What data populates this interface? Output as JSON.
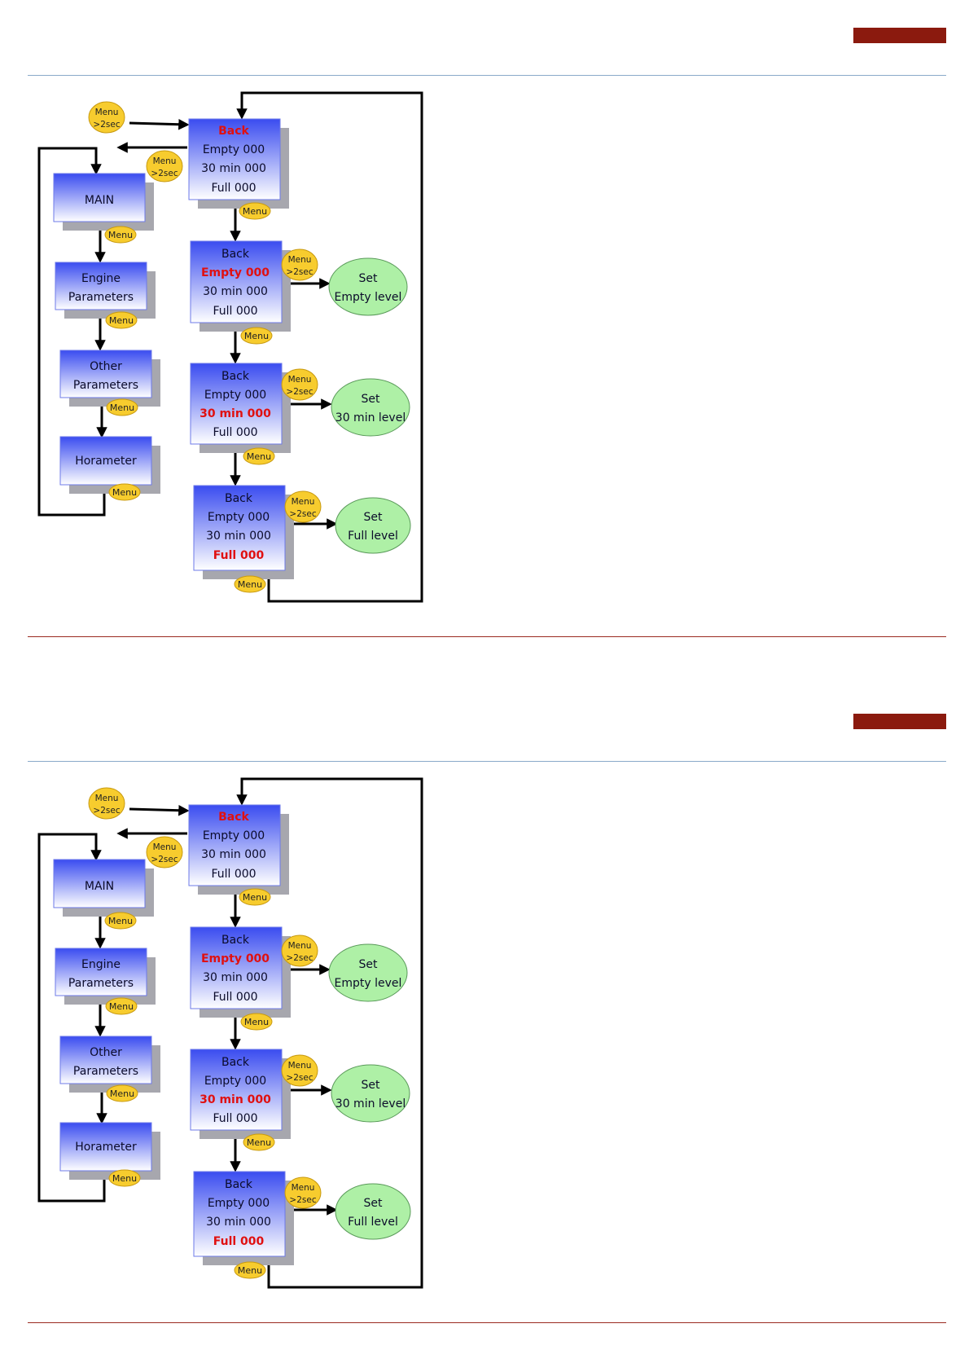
{
  "pages": [
    {
      "left_column": {
        "entry_badge": [
          "Menu",
          ">2sec"
        ],
        "exit_badge": [
          "Menu",
          ">2sec"
        ],
        "boxes": [
          {
            "lines": [
              "MAIN"
            ],
            "menu": "Menu"
          },
          {
            "lines": [
              "Engine",
              "Parameters"
            ],
            "menu": "Menu"
          },
          {
            "lines": [
              "Other",
              "Parameters"
            ],
            "menu": "Menu"
          },
          {
            "lines": [
              "Horameter"
            ],
            "menu": "Menu"
          }
        ]
      },
      "screens": [
        {
          "lines": [
            "Back",
            "Empty 000",
            "30 min 000",
            "Full 000"
          ],
          "highlight": 0,
          "menu": "Menu"
        },
        {
          "lines": [
            "Back",
            "Empty 000",
            "30 min 000",
            "Full 000"
          ],
          "highlight": 1,
          "menu": "Menu",
          "badge": [
            "Menu",
            ">2sec"
          ],
          "action": [
            "Set",
            "Empty level"
          ]
        },
        {
          "lines": [
            "Back",
            "Empty 000",
            "30 min 000",
            "Full 000"
          ],
          "highlight": 2,
          "menu": "Menu",
          "badge": [
            "Menu",
            ">2sec"
          ],
          "action": [
            "Set",
            "30 min level"
          ]
        },
        {
          "lines": [
            "Back",
            "Empty 000",
            "30 min 000",
            "Full 000"
          ],
          "highlight": 3,
          "menu": "Menu",
          "badge": [
            "Menu",
            ">2sec"
          ],
          "action": [
            "Set",
            "Full level"
          ]
        }
      ]
    },
    {
      "left_column": {
        "entry_badge": [
          "Menu",
          ">2sec"
        ],
        "exit_badge": [
          "Menu",
          ">2sec"
        ],
        "boxes": [
          {
            "lines": [
              "MAIN"
            ],
            "menu": "Menu"
          },
          {
            "lines": [
              "Engine",
              "Parameters"
            ],
            "menu": "Menu"
          },
          {
            "lines": [
              "Other",
              "Parameters"
            ],
            "menu": "Menu"
          },
          {
            "lines": [
              "Horameter"
            ],
            "menu": "Menu"
          }
        ]
      },
      "screens": [
        {
          "lines": [
            "Back",
            "Empty 000",
            "30 min 000",
            "Full 000"
          ],
          "highlight": 0,
          "menu": "Menu"
        },
        {
          "lines": [
            "Back",
            "Empty 000",
            "30 min 000",
            "Full 000"
          ],
          "highlight": 1,
          "menu": "Menu",
          "badge": [
            "Menu",
            ">2sec"
          ],
          "action": [
            "Set",
            "Empty level"
          ]
        },
        {
          "lines": [
            "Back",
            "Empty 000",
            "30 min 000",
            "Full 000"
          ],
          "highlight": 2,
          "menu": "Menu",
          "badge": [
            "Menu",
            ">2sec"
          ],
          "action": [
            "Set",
            "30 min level"
          ]
        },
        {
          "lines": [
            "Back",
            "Empty 000",
            "30 min 000",
            "Full 000"
          ],
          "highlight": 3,
          "menu": "Menu",
          "badge": [
            "Menu",
            ">2sec"
          ],
          "action": [
            "Set",
            "Full level"
          ]
        }
      ]
    }
  ],
  "colors": {
    "accent_bar": "#8b1a0e",
    "box_top": "#3a4cf0",
    "box_bottom": "#ffffff",
    "shadow": "#a7a7ae",
    "highlight_text": "#e01010",
    "badge_fill": "#f7cc2e",
    "action_fill": "#aef0a6"
  }
}
